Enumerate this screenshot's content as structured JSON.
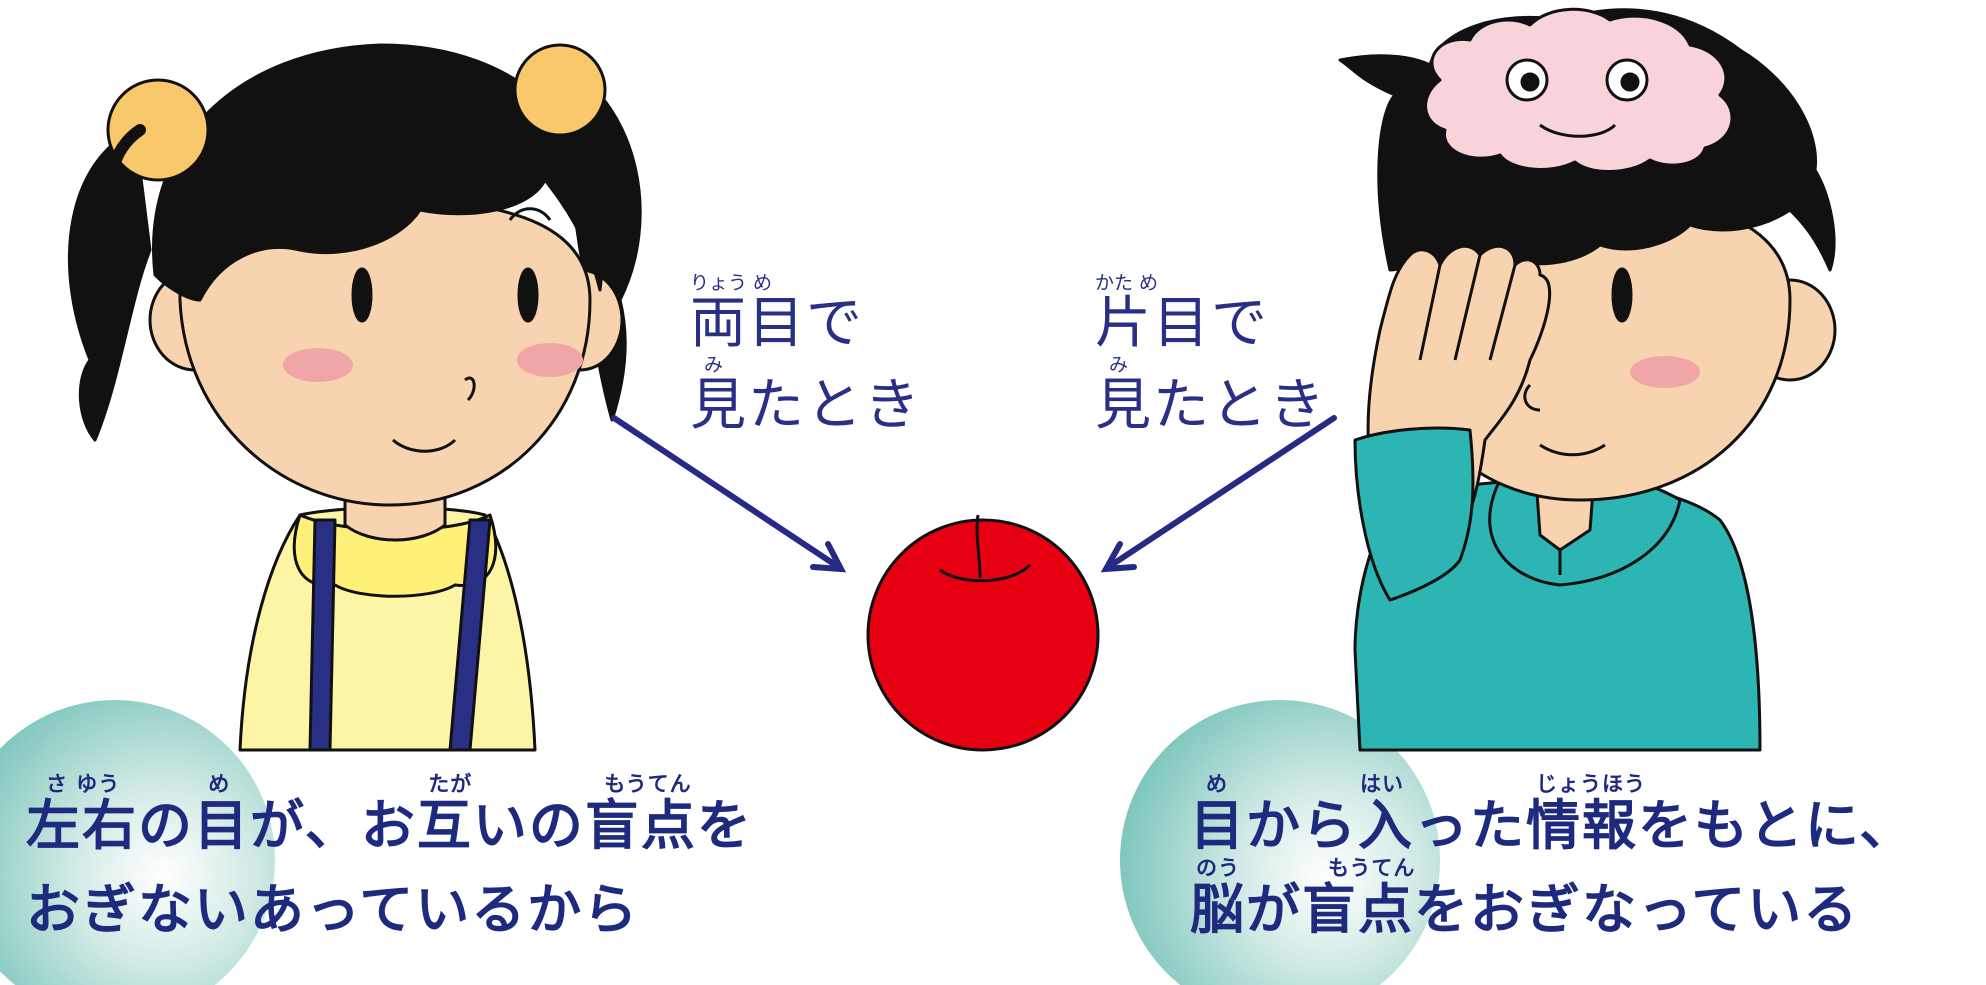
{
  "left_label": {
    "ruby1": "りょう め",
    "line1": "両目で",
    "ruby2": "み",
    "line2": "見たとき"
  },
  "right_label": {
    "ruby1": "かた め",
    "line1": "片目で",
    "ruby2": "み",
    "line2": "見たとき"
  },
  "left_caption": {
    "ruby1": "さ ゆう　　　　め　　　　　　　　　たが　　　　　　もうてん",
    "line1": "左右の目が、お互いの盲点を",
    "line2": "おぎないあっているから"
  },
  "right_caption": {
    "ruby1": "め　　　　　　はい　　　　　　じょうほう",
    "line1": "目から入った情報をもとに、",
    "ruby2": "のう　　　　もうてん",
    "line2": "脳が盲点をおぎなっている"
  },
  "colors": {
    "label_text": "#2a2f86",
    "caption_text": "#1e2a7e",
    "arrow": "#262a84",
    "apple": "#e60012",
    "girl_shirt": "#fdf5a6",
    "boy_hoodie": "#2db5b3",
    "skin": "#f8d3b0",
    "brain": "#f8d3da"
  },
  "icons": [
    "girl-figure",
    "boy-figure",
    "apple-icon",
    "brain-icon",
    "arrow-icon"
  ]
}
